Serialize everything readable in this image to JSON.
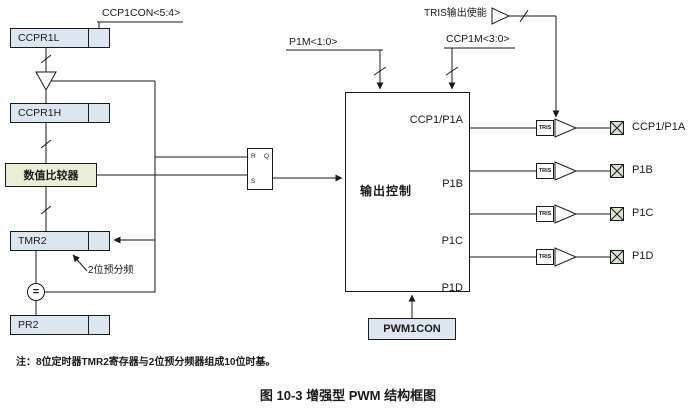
{
  "signals": {
    "ccp1con": "CCP1CON<5:4>",
    "p1m": "P1M<1:0>",
    "ccp1m": "CCP1M<3:0>",
    "tris": "TRIS输出使能",
    "prescaler": "2位预分频"
  },
  "blocks": {
    "ccpr1l": "CCPR1L",
    "ccpr1h": "CCPR1H",
    "comparator": "数值比较器",
    "tmr2": "TMR2",
    "pr2": "PR2",
    "equals": "=",
    "latch": {
      "r": "R",
      "s": "S",
      "q": "Q"
    },
    "output_control": "输出控制",
    "pwm1con": "PWM1CON",
    "tris_buffer": "TRIS"
  },
  "outputs": {
    "ports": [
      "CCP1/P1A",
      "P1B",
      "P1C",
      "P1D"
    ],
    "pins": [
      "CCP1/P1A",
      "P1B",
      "P1C",
      "P1D"
    ]
  },
  "note": "注：8位定时器TMR2寄存器与2位预分频器组成10位时基。",
  "caption": "图 10-3  增强型 PWM 结构框图",
  "colors": {
    "register_fill": "#dce6f1",
    "comparator_fill": "#e9eed6",
    "pin_fill": "#d6e6cf",
    "line": "#1a1a1a"
  }
}
